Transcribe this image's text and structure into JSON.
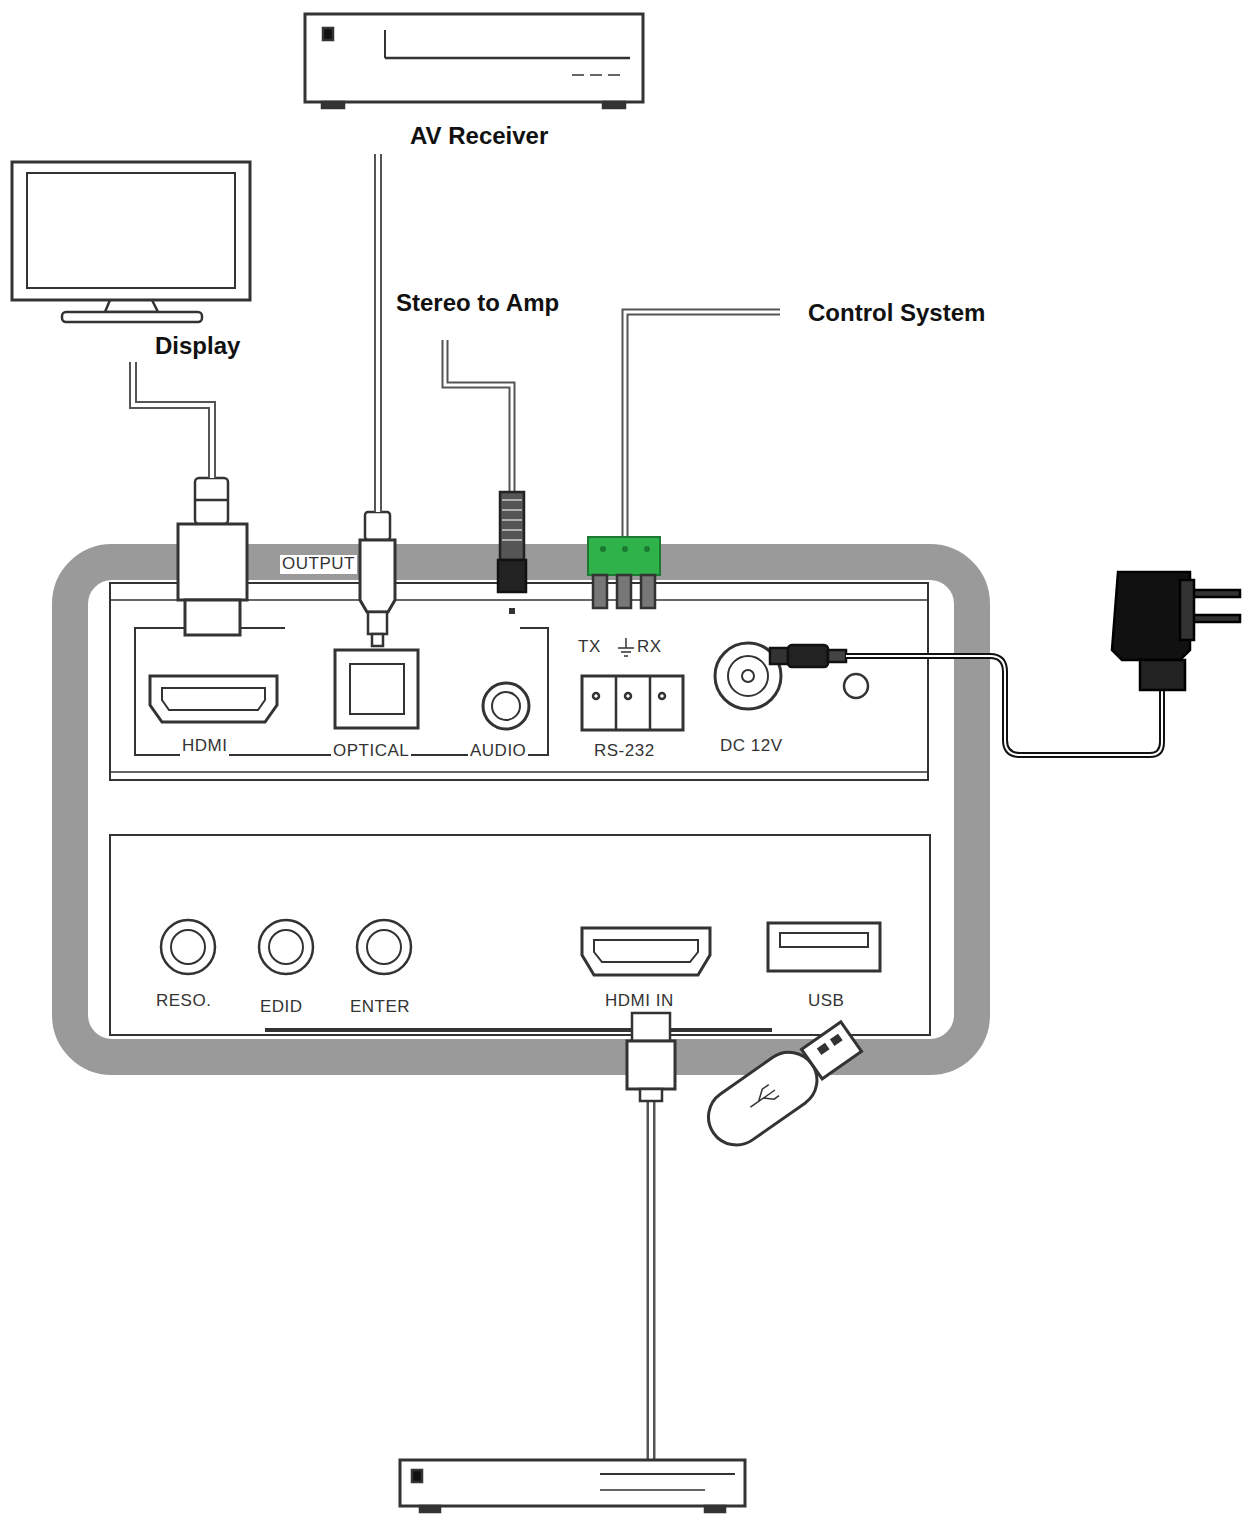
{
  "diagram": {
    "nodes": [
      {
        "text": [
          "Display"
        ]
      },
      {
        "text": [
          "AV Receiver"
        ]
      },
      {
        "text": [
          "HDMI"
        ]
      },
      {
        "text": [
          "OPTICAL"
        ]
      }
    ],
    "edges": [
      {
        "from": 0,
        "to": 2,
        "arrow": "none"
      },
      {
        "from": 1,
        "to": 3,
        "arrow": "none"
      }
    ],
    "labels": [
      "Stereo to Amp",
      "Control System",
      "OUTPUT",
      "AUDIO",
      "TX",
      "RX",
      "RS-232",
      "DC 12V",
      "RESO.",
      "EDID",
      "ENTER",
      "HDMI IN",
      "USB"
    ]
  }
}
